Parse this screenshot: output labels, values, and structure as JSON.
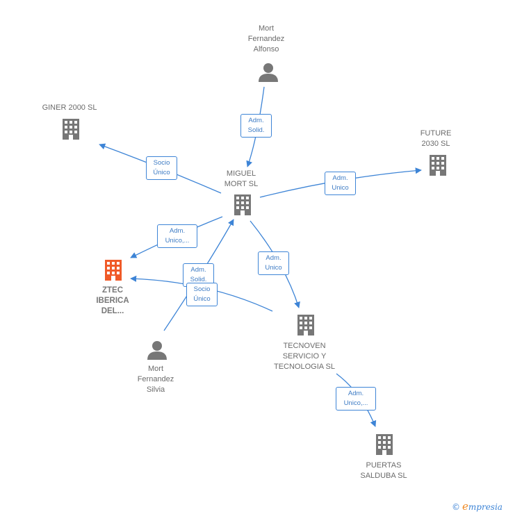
{
  "nodes": {
    "mort_fernandez_alfonso": {
      "label": "Mort\nFernandez\nAlfonso",
      "kind": "person"
    },
    "giner_2000": {
      "label": "GINER 2000  SL",
      "kind": "company"
    },
    "future_2030": {
      "label": "FUTURE\n2030  SL",
      "kind": "company"
    },
    "miguel_mort": {
      "label": "MIGUEL\nMORT  SL",
      "kind": "company"
    },
    "ztec_iberica": {
      "label": "ZTEC\nIBERICA\nDEL...",
      "kind": "company-highlight"
    },
    "tecnoven": {
      "label": "TECNOVEN\nSERVICIO Y\nTECNOLOGIA SL",
      "kind": "company"
    },
    "mort_fernandez_silvia": {
      "label": "Mort\nFernandez\nSilvia",
      "kind": "person"
    },
    "puertas_salduba": {
      "label": "PUERTAS\nSALDUBA  SL",
      "kind": "company"
    }
  },
  "edges": {
    "alfonso_miguel": "Adm.\nSolid.",
    "miguel_giner": "Socio\nÚnico",
    "miguel_future": "Adm.\nUnico",
    "miguel_ztec": "Adm.\nUnico,...",
    "silvia_miguel": "Adm.\nSolid.",
    "tecnoven_ztec": "Socio\nÚnico",
    "miguel_tecnoven": "Adm.\nUnico",
    "tecnoven_puertas": "Adm.\nUnico,..."
  },
  "colors": {
    "edge": "#3d84d6",
    "node": "#777777",
    "highlight": "#f05a28"
  },
  "footer": {
    "copyright_symbol": "©",
    "brand_initial": "e",
    "brand_rest": "mpresia"
  }
}
